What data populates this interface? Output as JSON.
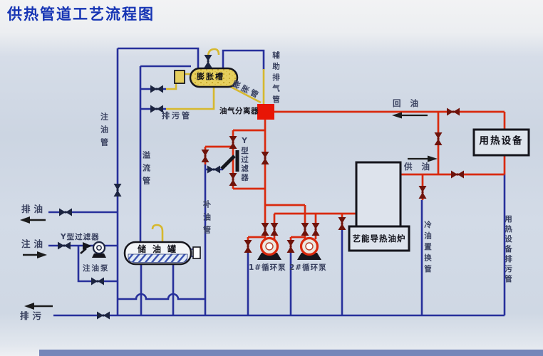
{
  "title": "供热管道工艺流程图",
  "colors": {
    "title_blue": "#1634b4",
    "pipe_blue": "#27309b",
    "pipe_red": "#d92a0e",
    "pipe_yellow": "#d6b82e",
    "separator_red": "#e81505",
    "valve_dark": "#1c2440",
    "valve_red": "#6e130b",
    "label_ink": "#3a4260",
    "equipment_ink": "#101018",
    "liquid_blue": "#3a52b0",
    "tank_yellow": "#e6cf5e",
    "bottom_band": "#4d63a5",
    "arrow_ink": "#1c1c1c"
  },
  "equipment": {
    "expansion_tank": "膨胀槽",
    "oil_gas_separator": "油气分离器",
    "storage_tank": "储油罐",
    "furnace": "艺能导热油炉",
    "heat_equipment": "用热设备",
    "circulation_pump_1": "1#循环泵",
    "circulation_pump_2": "2#循环泵",
    "injection_pump": "注油泵",
    "y_filter_main": "Y型过滤器",
    "y_filter_injection": "Y型过滤器"
  },
  "pipe_labels": {
    "auxiliary_vent_pipe": "辅助排气管",
    "expansion_pipe": "膨胀管",
    "drain_pipe_top": "排污管",
    "oil_injection_pipe": "注油管",
    "overflow_pipe": "溢流管",
    "makeup_oil_pipe": "补油管",
    "cold_oil_exchange_pipe": "冷油置换管",
    "heat_equipment_drain_pipe": "用热设备排污管"
  },
  "flow_labels": {
    "oil_discharge": "排油",
    "oil_injection": "注油",
    "blowdown": "排污",
    "oil_return": "回油",
    "oil_supply": "供油"
  }
}
